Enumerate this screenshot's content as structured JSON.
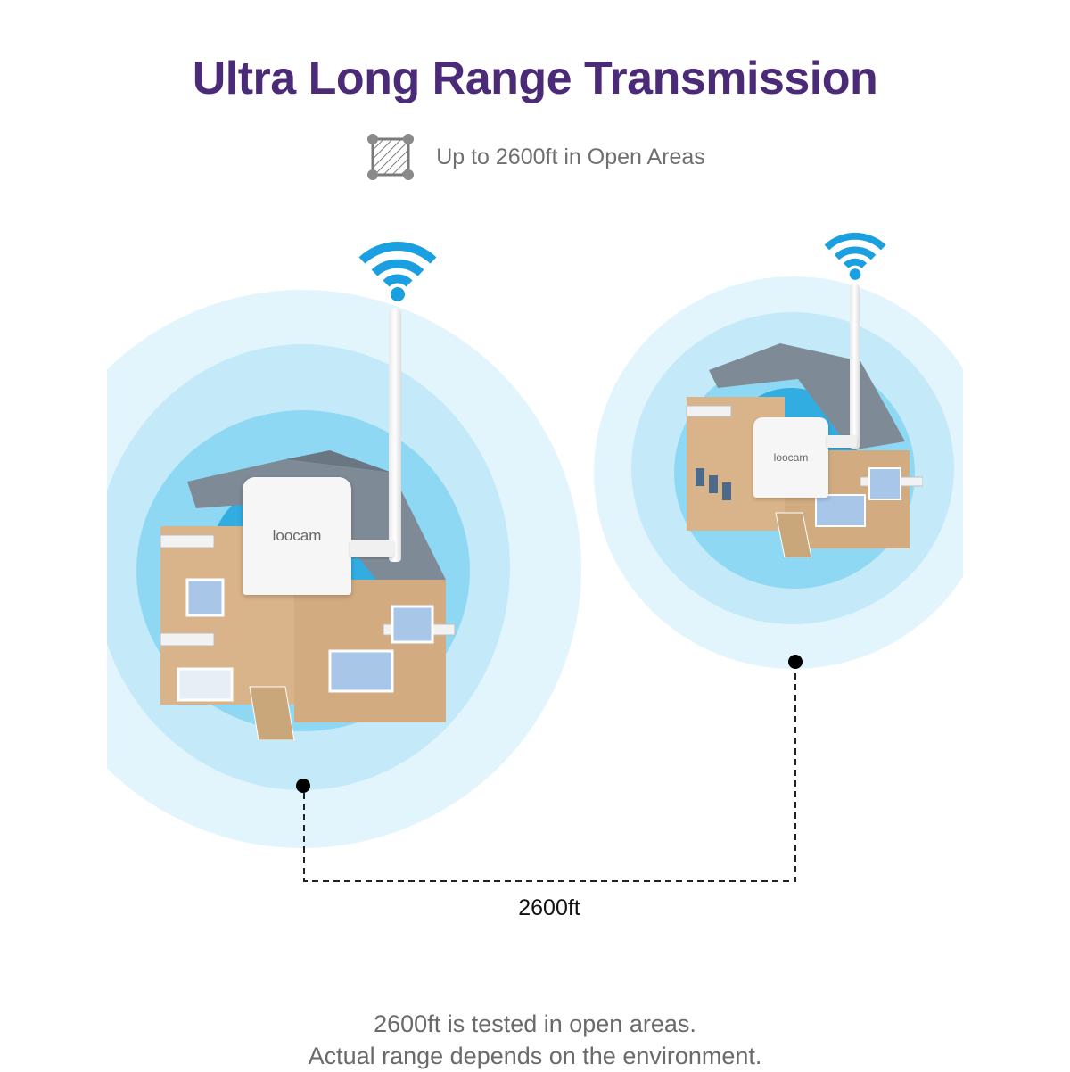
{
  "header": {
    "title": "Ultra Long Range Transmission",
    "subtitle_icon": "area-hatched-square-icon",
    "subtitle": "Up to 2600ft in Open Areas"
  },
  "diagram": {
    "left_unit": {
      "brand_label": "loocam",
      "signal_icon": "wifi-icon"
    },
    "right_unit": {
      "brand_label": "loocam",
      "signal_icon": "wifi-icon"
    },
    "distance_label": "2600ft"
  },
  "footnote": {
    "line1": "2600ft is tested in open areas.",
    "line2": "Actual range depends on the environment."
  },
  "colors": {
    "title": "#4b2a77",
    "ring_outer": "#e3f5fc",
    "ring_middle": "#c4eaf9",
    "ring_inner": "#8fd8f4",
    "ring_core": "#29a9e0",
    "wifi": "#1aa0e0"
  }
}
